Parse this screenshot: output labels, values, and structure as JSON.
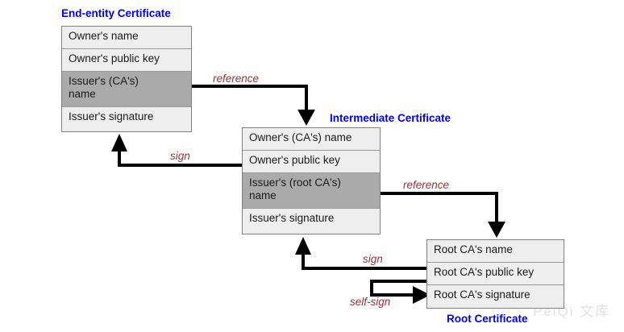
{
  "diagram": {
    "title_color": "#0000ee",
    "label_color": "#993333",
    "shade_color": "#aaaaaa",
    "row_color": "#eeeeee",
    "line_color": "#000000",
    "watermark": "PeiQi 文库"
  },
  "end_entity": {
    "title": "End-entity Certificate",
    "rows": [
      {
        "text": "Owner's name",
        "shaded": false
      },
      {
        "text": "Owner's public key",
        "shaded": false
      },
      {
        "text": "Issuer's (CA's)\nname",
        "shaded": true
      },
      {
        "text": "Issuer's signature",
        "shaded": false
      }
    ]
  },
  "intermediate": {
    "title": "Intermediate Certificate",
    "rows": [
      {
        "text": "Owner's (CA's) name",
        "shaded": false
      },
      {
        "text": "Owner's public key",
        "shaded": false
      },
      {
        "text": "Issuer's (root CA's)\nname",
        "shaded": true
      },
      {
        "text": "Issuer's signature",
        "shaded": false
      }
    ]
  },
  "root": {
    "title": "Root Certificate",
    "rows": [
      {
        "text": "Root CA's name",
        "shaded": false
      },
      {
        "text": "Root CA's public key",
        "shaded": false
      },
      {
        "text": "Root CA's signature",
        "shaded": false
      }
    ]
  },
  "edges": [
    {
      "id": "reference-1",
      "label": "reference",
      "from": "end-entity.issuer-name",
      "to": "intermediate.owner-name"
    },
    {
      "id": "sign-1",
      "label": "sign",
      "from": "intermediate.owner-public-key",
      "to": "end-entity.issuer-signature"
    },
    {
      "id": "reference-2",
      "label": "reference",
      "from": "intermediate.issuer-name",
      "to": "root.name"
    },
    {
      "id": "sign-2",
      "label": "sign",
      "from": "root.public-key",
      "to": "intermediate.issuer-signature"
    },
    {
      "id": "self-sign",
      "label": "self-sign",
      "from": "root.signature",
      "to": "root.public-key"
    }
  ]
}
